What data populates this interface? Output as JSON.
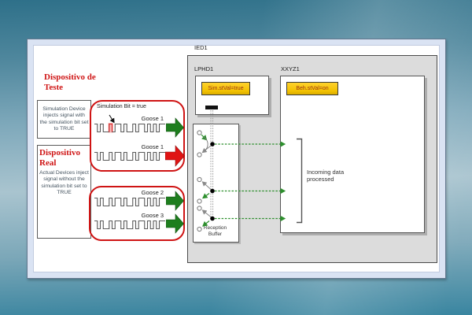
{
  "left_panel": {
    "test_title": "Dispositivo de Teste",
    "test_desc": "Simulation Device injects signal with the simulation bit set to TRUE",
    "real_title": "Dispositivo Real",
    "real_desc": "Actual Devices inject signal without the simulation bit set to TRUE"
  },
  "sim_group": {
    "annotation": "Simulation Bit = true",
    "signal1_label": "Goose 1",
    "signal2_label": "Goose 1"
  },
  "real_group": {
    "signal1_label": "Goose 2",
    "signal2_label": "Goose 3"
  },
  "ied": {
    "title": "IED1",
    "lphd_title": "LPHD1",
    "lphd_badge": "Sim.stVal=true",
    "xxyz_title": "XXYZ1",
    "xxyz_badge": "Beh.stVal=on",
    "buffer_label_line1": "Reception",
    "buffer_label_line2": "Buffer",
    "incoming_note": "Incoming data processed"
  },
  "waveform": {
    "pattern": [
      1,
      0,
      1,
      0,
      0,
      1,
      0,
      1,
      1,
      0,
      1,
      0,
      0,
      1,
      0,
      1,
      1,
      0,
      1,
      0,
      1,
      0,
      1,
      1
    ],
    "highlight_index": 5,
    "color": "#5a5a5a",
    "highlight_color": "#e03434",
    "highlight_fill": "#f6bdbd"
  },
  "colors": {
    "accent_red": "#cf1414",
    "arrow_green": "#1e7e1e",
    "arrow_red": "#e01414",
    "flow_green": "#2d8f2d",
    "badge_bg": "#f2c101",
    "badge_border": "#3a3a3a",
    "badge_text": "#9c3518",
    "line_gray": "#8a8a8a"
  }
}
